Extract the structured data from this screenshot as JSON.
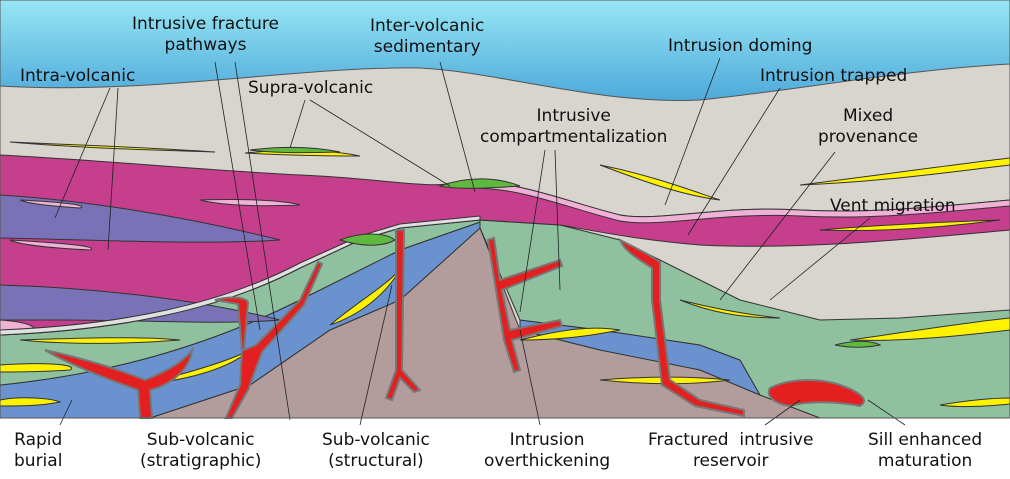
{
  "top_labels": {
    "intra_volcanic": "Intra-volcanic",
    "intrusive_fracture_pathways": [
      "Intrusive fracture",
      "pathways"
    ],
    "supra_volcanic": "Supra-volcanic",
    "inter_volcanic_sedimentary": [
      "Inter-volcanic",
      "sedimentary"
    ],
    "intrusive_compartmentalization": [
      "Intrusive",
      "compartmentalization"
    ],
    "intrusion_doming": "Intrusion doming",
    "intrusion_trapped": "Intrusion trapped",
    "mixed_provenance": [
      "Mixed",
      "provenance"
    ],
    "vent_migration": "Vent migration"
  },
  "bottom_labels": {
    "rapid_burial": [
      "Rapid",
      "burial"
    ],
    "sub_volcanic_stratigraphic": [
      "Sub-volcanic",
      "(stratigraphic)"
    ],
    "sub_volcanic_structural": [
      "Sub-volcanic",
      "(structural)"
    ],
    "intrusion_overthickening": [
      "Intrusion",
      "overthickening"
    ],
    "fractured_intrusive_reservoir": [
      "Fractured  intrusive",
      "reservoir"
    ],
    "sill_enhanced_maturation": [
      "Sill enhanced",
      "maturation"
    ]
  },
  "colors": {
    "sky_top": "#97e6f4",
    "sky_bottom": "#4ea9da",
    "seabed_sediment": "#d8d5cf",
    "lava_magenta": "#c53f8c",
    "volcaniclastic_purple": "#7a72b6",
    "pink_sediment": "#efb2d6",
    "green_sediment": "#8fc19f",
    "blue_sediment": "#6a92cf",
    "basement": "#b39c9c",
    "intrusion_red": "#e3201f",
    "reservoir_yellow": "#fff200",
    "bright_green": "#5fb93f"
  }
}
